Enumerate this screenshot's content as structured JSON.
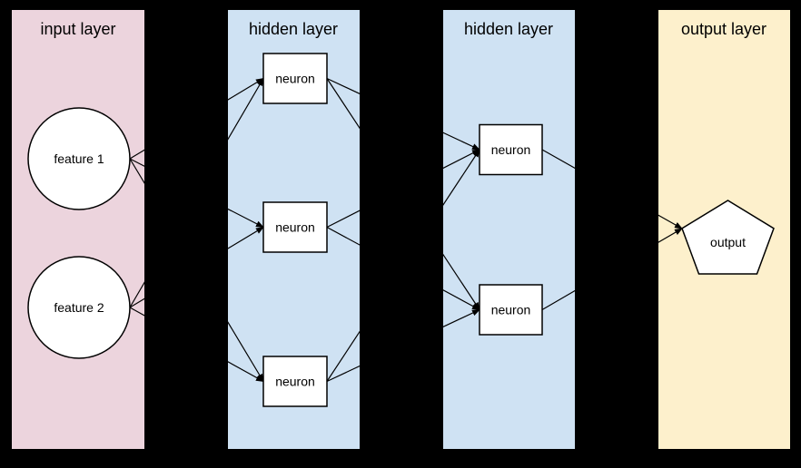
{
  "canvas": {
    "background": "#000000"
  },
  "colors": {
    "input_band": "#ecd4dd",
    "hidden_band": "#cfe2f3",
    "output_band": "#fdf0cc",
    "node_fill": "#ffffff",
    "edge": "#000000",
    "text": "#000000"
  },
  "layers": [
    {
      "label": "input layer",
      "band_color": "#ecd4dd",
      "nodes": [
        {
          "id": "feature1",
          "label": "feature 1",
          "shape": "circle"
        },
        {
          "id": "feature2",
          "label": "feature 2",
          "shape": "circle"
        }
      ]
    },
    {
      "label": "hidden layer",
      "band_color": "#cfe2f3",
      "nodes": [
        {
          "id": "h1n1",
          "label": "neuron",
          "shape": "rectangle"
        },
        {
          "id": "h1n2",
          "label": "neuron",
          "shape": "rectangle"
        },
        {
          "id": "h1n3",
          "label": "neuron",
          "shape": "rectangle"
        }
      ]
    },
    {
      "label": "hidden layer",
      "band_color": "#cfe2f3",
      "nodes": [
        {
          "id": "h2n1",
          "label": "neuron",
          "shape": "rectangle"
        },
        {
          "id": "h2n2",
          "label": "neuron",
          "shape": "rectangle"
        }
      ]
    },
    {
      "label": "output layer",
      "band_color": "#fdf0cc",
      "nodes": [
        {
          "id": "output",
          "label": "output",
          "shape": "pentagon"
        }
      ]
    }
  ],
  "edges": [
    {
      "from": "feature1",
      "to": "h1n1"
    },
    {
      "from": "feature1",
      "to": "h1n2"
    },
    {
      "from": "feature1",
      "to": "h1n3"
    },
    {
      "from": "feature2",
      "to": "h1n1"
    },
    {
      "from": "feature2",
      "to": "h1n2"
    },
    {
      "from": "feature2",
      "to": "h1n3"
    },
    {
      "from": "h1n1",
      "to": "h2n1"
    },
    {
      "from": "h1n1",
      "to": "h2n2"
    },
    {
      "from": "h1n2",
      "to": "h2n1"
    },
    {
      "from": "h1n2",
      "to": "h2n2"
    },
    {
      "from": "h1n3",
      "to": "h2n1"
    },
    {
      "from": "h1n3",
      "to": "h2n2"
    },
    {
      "from": "h2n1",
      "to": "output"
    },
    {
      "from": "h2n2",
      "to": "output"
    }
  ]
}
